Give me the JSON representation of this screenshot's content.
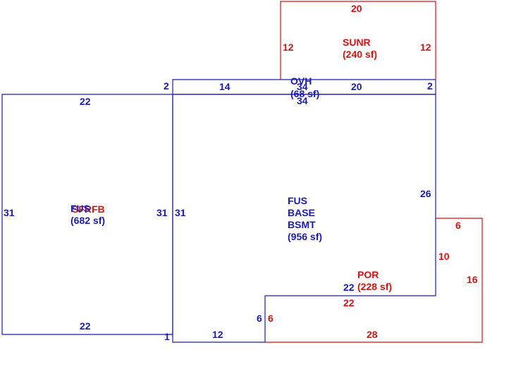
{
  "colors": {
    "blue": "#1a1ab4",
    "red": "#d21414"
  },
  "areas": {
    "sunr": {
      "name": "SUNR",
      "area": "(240 sf)"
    },
    "ovh": {
      "name": "OVH",
      "area": "(68 sf)"
    },
    "main": {
      "line1": "FUS",
      "line2": "BASE",
      "line3": "BSMT",
      "area": "(956 sf)"
    },
    "left": {
      "name_blue": "FUS",
      "name_red": "SFRFB",
      "area": "(682 sf)"
    },
    "por": {
      "name": "POR",
      "area": "(228 sf)"
    }
  },
  "dims": {
    "sunr_top": "20",
    "sunr_left": "12",
    "sunr_right": "12",
    "ovh_left_2": "2",
    "ovh_14": "14",
    "ovh_34_a": "34",
    "ovh_34_b": "34",
    "ovh_20": "20",
    "ovh_right_2": "2",
    "left_top_22": "22",
    "left_31": "31",
    "left_inner_31": "31",
    "main_31": "31",
    "main_26": "26",
    "left_bottom_22": "22",
    "one": "1",
    "main_12": "12",
    "main_6": "6",
    "main_22": "22",
    "por_6_right": "6",
    "por_6_top": "6",
    "por_10": "10",
    "por_16": "16",
    "por_22": "22",
    "por_28": "28"
  }
}
